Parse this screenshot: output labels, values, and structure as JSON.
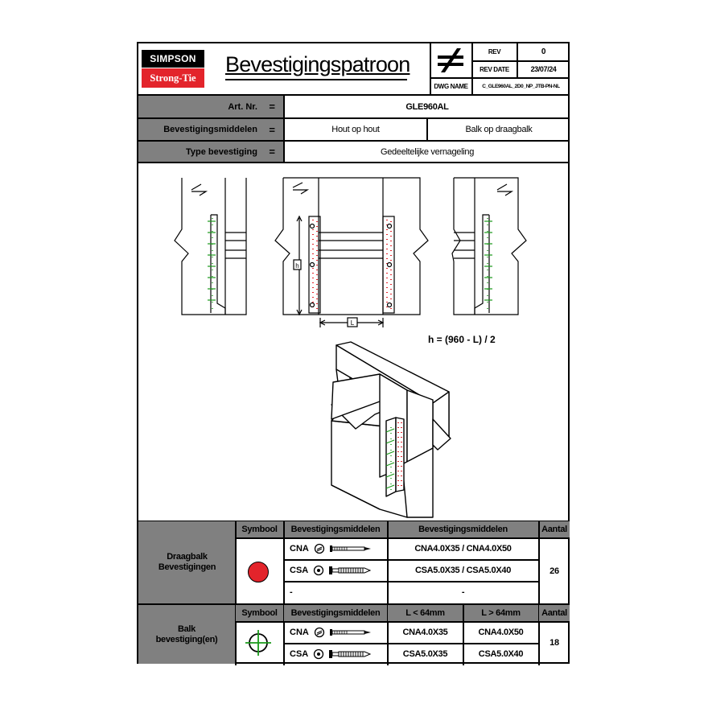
{
  "header": {
    "logo_top": "SIMPSON",
    "logo_bottom": "Strong-Tie",
    "title": "Bevestigingspatroon",
    "rev_label": "REV",
    "rev_value": "0",
    "rev_date_label": "REV DATE",
    "rev_date_value": "23/07/24",
    "dwg_name_label": "DWG NAME",
    "dwg_name_value": "C_GLE960AL_2D0_NP_JTB-PN-NL"
  },
  "info": {
    "art_label": "Art. Nr.",
    "art_value": "GLE960AL",
    "fastener_label": "Bevestigingsmiddelen",
    "fastener_value_1": "Hout op hout",
    "fastener_value_2": "Balk op draagbalk",
    "type_label": "Type bevestiging",
    "type_value": "Gedeeltelijke vernageling",
    "equals": "="
  },
  "drawing": {
    "formula": "h = (960 - L) / 2",
    "dim_h": "h",
    "dim_l": "L"
  },
  "table1": {
    "row_label_1": "Draagbalk",
    "row_label_2": "Bevestigingen",
    "col_symbol": "Symbool",
    "col_fastener": "Bevestigingsmiddelen",
    "col_fastener_2": "Bevestigingsmiddelen",
    "col_count": "Aantal",
    "rows": [
      {
        "type": "CNA",
        "spec": "CNA4.0X35 / CNA4.0X50"
      },
      {
        "type": "CSA",
        "spec": "CSA5.0X35 / CSA5.0X40"
      },
      {
        "type": "-",
        "spec": "-"
      }
    ],
    "count": "26",
    "symbol_color": "#e3242b"
  },
  "table2": {
    "row_label_1": "Balk",
    "row_label_2": "bevestiging(en)",
    "col_symbol": "Symbool",
    "col_fastener": "Bevestigingsmiddelen",
    "col_short": "L < 64mm",
    "col_long": "L > 64mm",
    "col_count": "Aantal",
    "rows": [
      {
        "type": "CNA",
        "short": "CNA4.0X35",
        "long": "CNA4.0X50"
      },
      {
        "type": "CSA",
        "short": "CSA5.0X35",
        "long": "CSA5.0X40"
      }
    ],
    "count": "18",
    "symbol_color": "#1a9a1a"
  }
}
